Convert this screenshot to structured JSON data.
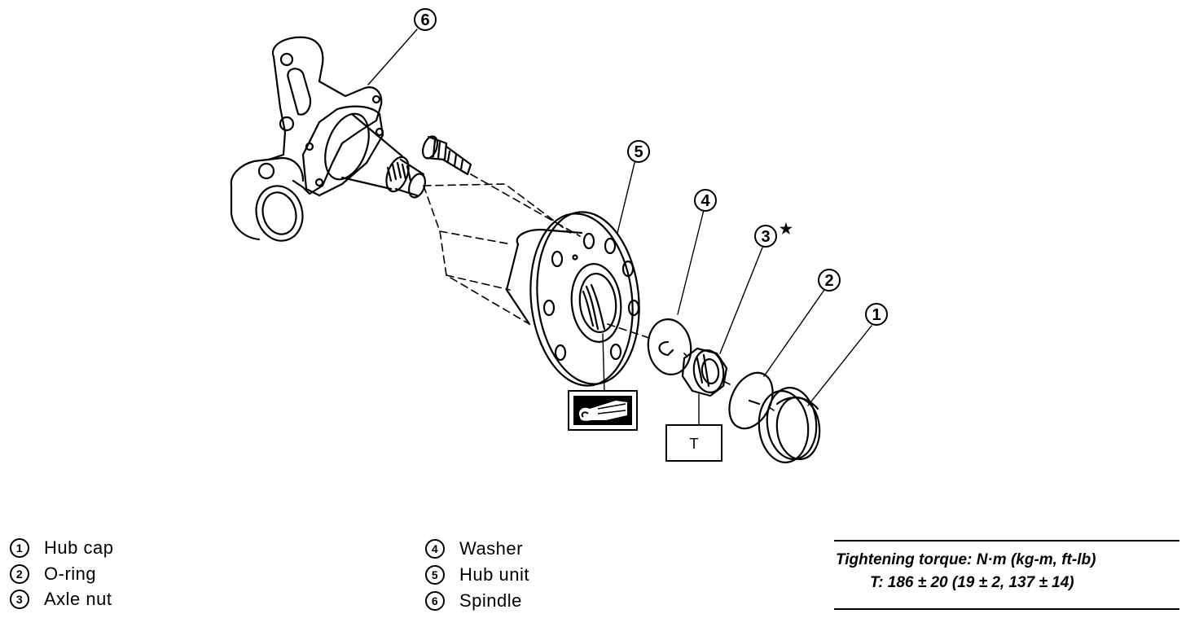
{
  "callouts": [
    "1",
    "2",
    "3",
    "4",
    "5",
    "6"
  ],
  "callout_star": "★",
  "tool_box_label": "T",
  "legend": [
    {
      "number": "1",
      "label": "Hub cap"
    },
    {
      "number": "2",
      "label": "O-ring"
    },
    {
      "number": "3",
      "label": "Axle nut"
    },
    {
      "number": "4",
      "label": "Washer"
    },
    {
      "number": "5",
      "label": "Hub unit"
    },
    {
      "number": "6",
      "label": "Spindle"
    }
  ],
  "torque": {
    "title": "Tightening torque: N·m (kg-m, ft-lb)",
    "value": "T: 186 ± 20 (19 ± 2, 137 ± 14)"
  }
}
